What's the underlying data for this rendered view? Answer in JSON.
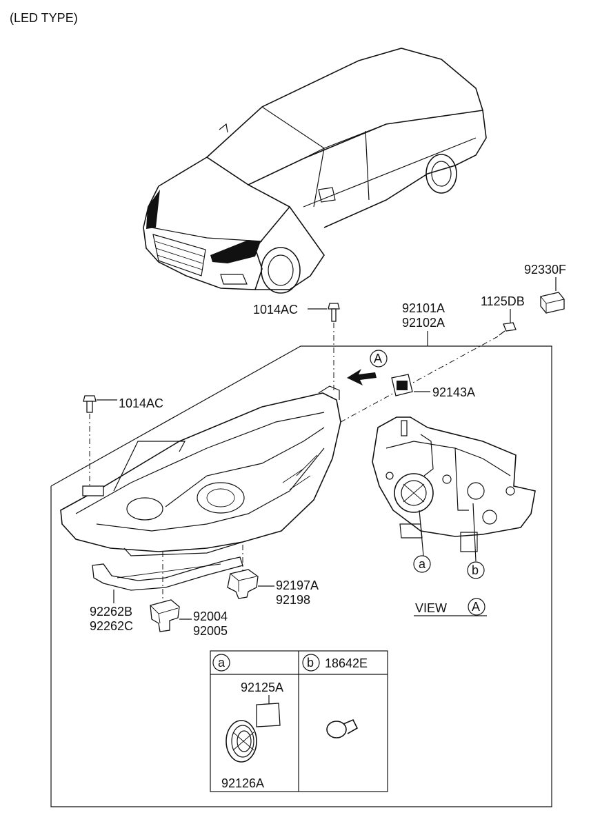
{
  "header": {
    "variant": "(LED TYPE)"
  },
  "view": {
    "label": "VIEW",
    "marker": "A"
  },
  "callouts": {
    "a": "a",
    "b": "b",
    "A": "A"
  },
  "parts": {
    "bolt_top": "1014AC",
    "bolt_left": "1014AC",
    "assembly_1": "92101A",
    "assembly_2": "92102A",
    "screw": "1125DB",
    "connector": "92330F",
    "cap": "92143A",
    "bracket_right_1": "92197A",
    "bracket_right_2": "92198",
    "bracket_low_1": "92262B",
    "bracket_low_2": "92262C",
    "actuator_1": "92004",
    "actuator_2": "92005",
    "table_b_part": "18642E",
    "table_a_part_1": "92125A",
    "table_a_part_2": "92126A"
  },
  "icons": [
    "car-illustration",
    "headlamp-assembly",
    "bolt-icon",
    "screw-icon",
    "connector-icon",
    "bulb-icon",
    "grommet-icon",
    "direction-arrow-icon"
  ]
}
